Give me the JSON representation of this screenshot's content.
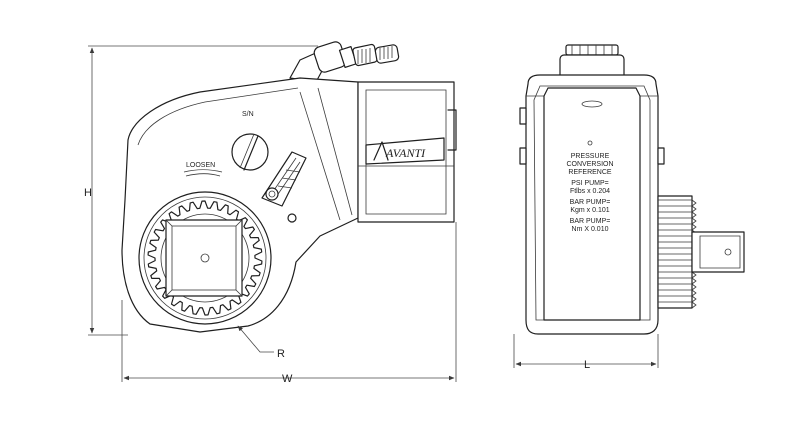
{
  "drawing": {
    "dimensions": {
      "height": "H",
      "width": "W",
      "radius": "R",
      "length": "L"
    },
    "side_view": {
      "serial_label": "S/N",
      "loosen_label": "LOOSEN",
      "brand_logo": "AVANTI"
    },
    "front_view": {
      "plate_lines": [
        "PRESSURE",
        "CONVERSION",
        "REFERENCE",
        "PSI PUMP=",
        "Ftlbs x 0.204",
        "BAR PUMP=",
        "Kgm x 0.101",
        "BAR PUMP=",
        "Nm X 0.010"
      ]
    }
  }
}
